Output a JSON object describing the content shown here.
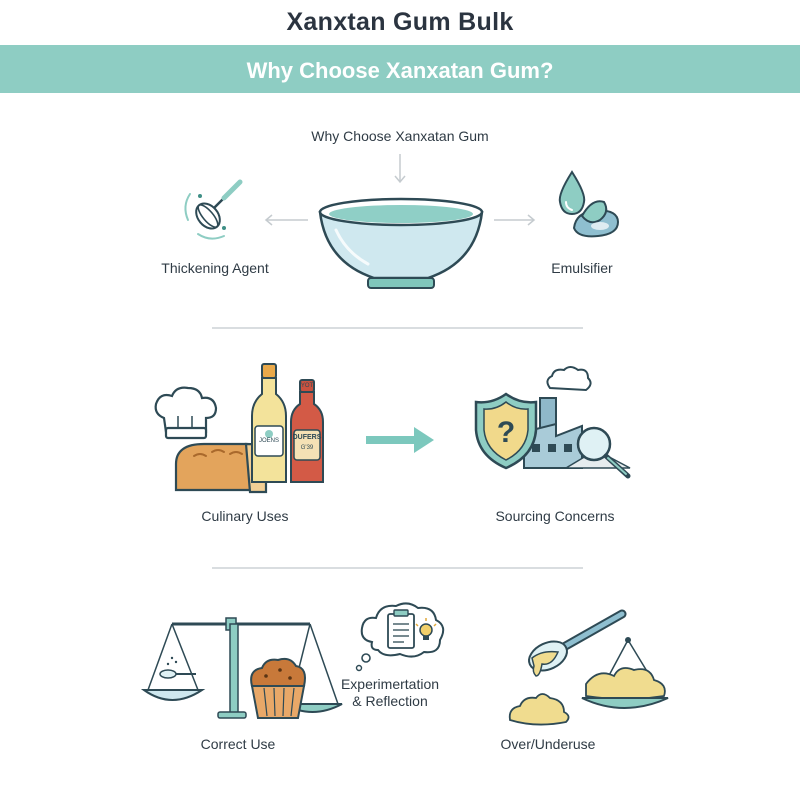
{
  "header": {
    "title": "Xanxtan Gum Bulk",
    "banner": "Why Choose Xanxatan Gum?"
  },
  "section1": {
    "center_label": "Why Choose Xanxatan Gum",
    "left_label": "Thickening Agent",
    "right_label": "Emulsifier"
  },
  "section2": {
    "left_label": "Culinary Uses",
    "right_label": "Sourcing Concerns",
    "bottle_left_text": "JOENS",
    "bottle_right_text": "DUFERS",
    "bottle_right_sub": "G'39",
    "bottle_right_cap": "YOT"
  },
  "section3": {
    "left_label": "Correct Use",
    "middle_label_line1": "Experimertation",
    "middle_label_line2": "& Reflection",
    "right_label": "Over/Underuse"
  },
  "colors": {
    "teal": "#8ecdc3",
    "teal_dark": "#3f8f86",
    "bowl": "#a9d8e2",
    "arrow": "#7cc8bd"
  }
}
